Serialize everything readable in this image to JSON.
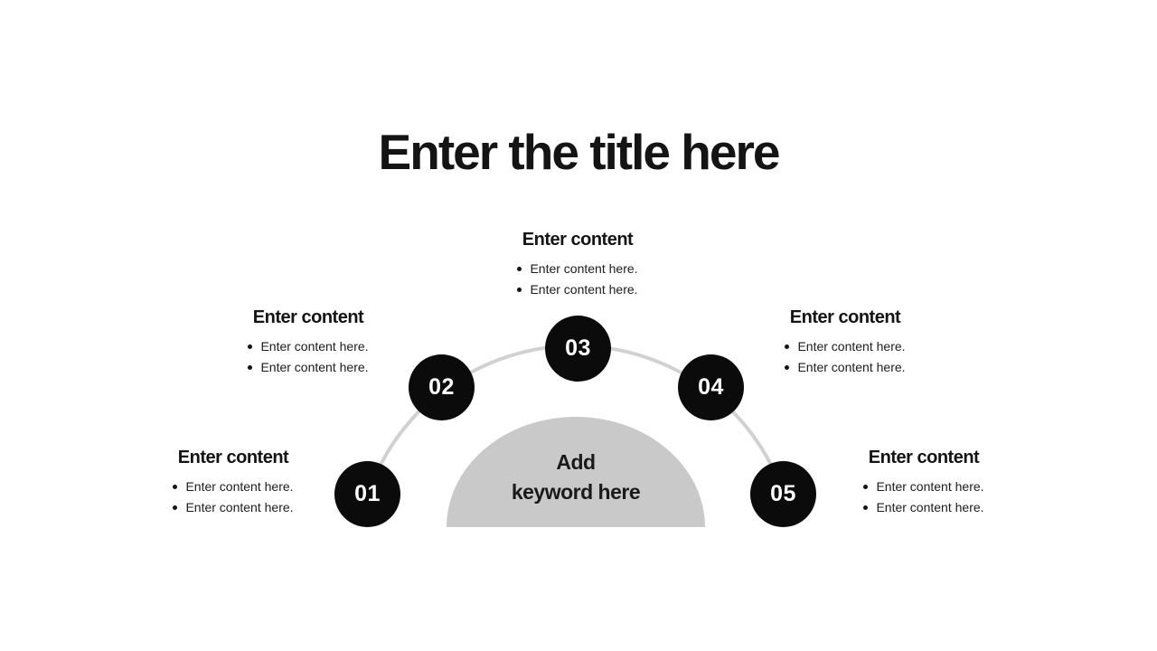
{
  "slide": {
    "title": "Enter the title here",
    "center_keyword": {
      "line1": "Add",
      "line2": "keyword here"
    },
    "steps": [
      {
        "number": "01",
        "heading": "Enter content",
        "bullets": [
          "Enter content here.",
          "Enter content here."
        ]
      },
      {
        "number": "02",
        "heading": "Enter content",
        "bullets": [
          "Enter content here.",
          "Enter content here."
        ]
      },
      {
        "number": "03",
        "heading": "Enter content",
        "bullets": [
          "Enter content here.",
          "Enter content here."
        ]
      },
      {
        "number": "04",
        "heading": "Enter content",
        "bullets": [
          "Enter content here.",
          "Enter content here."
        ]
      },
      {
        "number": "05",
        "heading": "Enter content",
        "bullets": [
          "Enter content here.",
          "Enter content here."
        ]
      }
    ],
    "colors": {
      "background": "#ffffff",
      "title_text": "#141414",
      "step_circle": "#0b0b0b",
      "step_number_text": "#ffffff",
      "semicircle_fill": "#c9c9c9",
      "arc_stroke": "#d1d1d1",
      "body_text": "#1c1c1c"
    }
  }
}
